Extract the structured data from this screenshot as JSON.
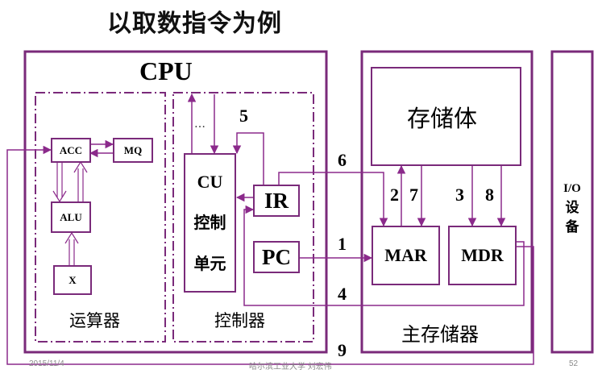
{
  "title": "以取数指令为例",
  "cpu_label": "CPU",
  "components": {
    "acc": "ACC",
    "mq": "MQ",
    "alu": "ALU",
    "x": "X",
    "cu_line1": "CU",
    "cu_line2": "控制",
    "cu_line3": "单元",
    "ir": "IR",
    "pc": "PC",
    "mar": "MAR",
    "mdr": "MDR",
    "storage": "存储体",
    "io_line1": "I/O",
    "io_line2": "设",
    "io_line3": "备"
  },
  "group_labels": {
    "alu_unit": "运算器",
    "control_unit": "控制器",
    "main_memory": "主存储器"
  },
  "ellipsis": "…",
  "steps": [
    "1",
    "2",
    "4",
    "5",
    "6",
    "7",
    "3",
    "8",
    "9"
  ],
  "footer": {
    "date": "2015/11/4",
    "center": "哈尔滨工业大学  刘宏伟",
    "page": "52"
  },
  "colors": {
    "border": "#7a2a7a",
    "line": "#8b2a8b",
    "text": "#000000"
  }
}
